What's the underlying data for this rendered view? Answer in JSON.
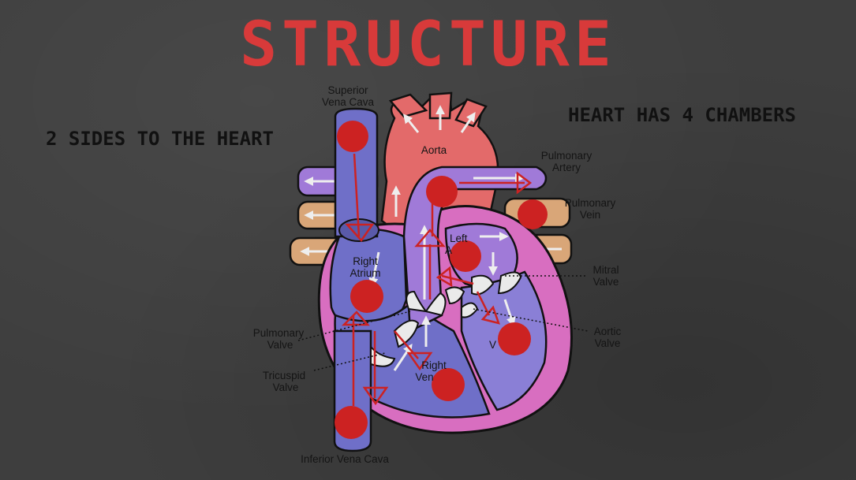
{
  "title": "STRUCTURE",
  "left_heading": "2 SIDES TO THE HEART",
  "right_heading": "HEART HAS 4 CHAMBERS",
  "labels": {
    "superior_vena_cava": [
      "Superior",
      "Vena Cava"
    ],
    "aorta": "Aorta",
    "pulmonary_artery": [
      "Pulmonary",
      "Artery"
    ],
    "pulmonary_vein": [
      "Pulmonary",
      "Vein"
    ],
    "left_atrium": [
      "Left",
      "A"
    ],
    "right_atrium": [
      "Right",
      "Atrium"
    ],
    "mitral_valve": [
      "Mitral",
      "Valve"
    ],
    "pulmonary_valve": [
      "Pulmonary",
      "Valve"
    ],
    "aortic_valve": [
      "Aortic",
      "Valve"
    ],
    "tricuspid_valve": [
      "Tricuspid",
      "Valve"
    ],
    "right_ventricle": [
      "Right",
      "Ven"
    ],
    "left_ventricle": "V",
    "inferior_vena_cava": "Inferior Vena Cava"
  },
  "colors": {
    "title": "#d83a3a",
    "chalkboard": "#3e3e3e",
    "deoxygenated_blue": "#6f6fc8",
    "oxygenated_red": "#e36a6a",
    "pulmonary_purple": "#a07ad8",
    "pulmonary_vein_tan": "#d9a678",
    "myocardium_pink": "#d86ec0",
    "marker_red": "#cc2222"
  }
}
